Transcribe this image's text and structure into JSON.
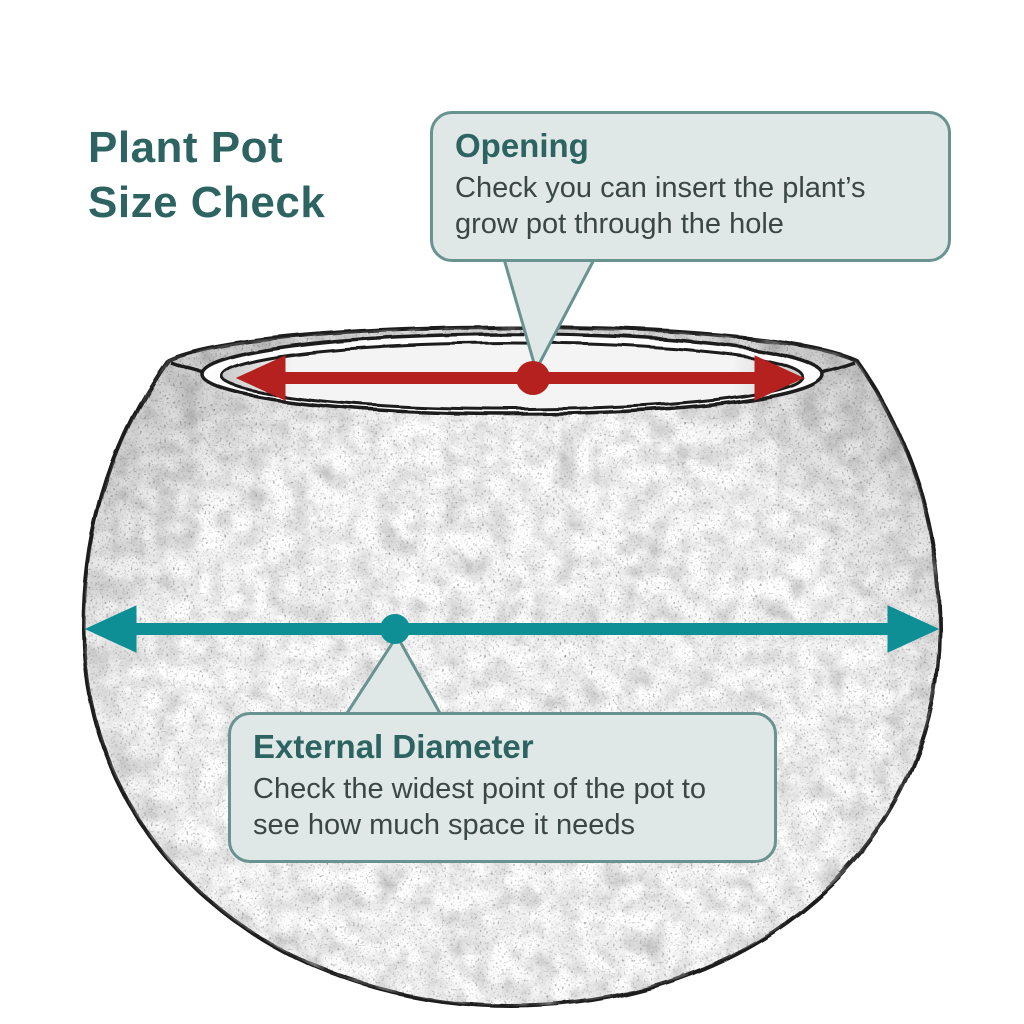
{
  "title": {
    "lines": [
      "Plant Pot",
      "Size Check"
    ]
  },
  "callouts": {
    "opening": {
      "heading": "Opening",
      "body": "Check you can insert the plant’s grow pot through the hole"
    },
    "external_diameter": {
      "heading": "External Diameter",
      "body": "Check the widest point of the pot to see how much space it needs"
    }
  },
  "icons": {
    "opening_arrow": "red-double-headed-arrow",
    "opening_marker": "red-dot",
    "diameter_arrow": "teal-double-headed-arrow",
    "diameter_marker": "teal-dot",
    "illustration": "sketched-round-plant-pot"
  },
  "colors": {
    "title-teal": "#2d6462",
    "callout-border": "#689390",
    "callout-bg": "#dfe8e6",
    "callout-text": "#3b4646",
    "red-arrow": "#b5211e",
    "teal-arrow": "#0e8e95"
  }
}
